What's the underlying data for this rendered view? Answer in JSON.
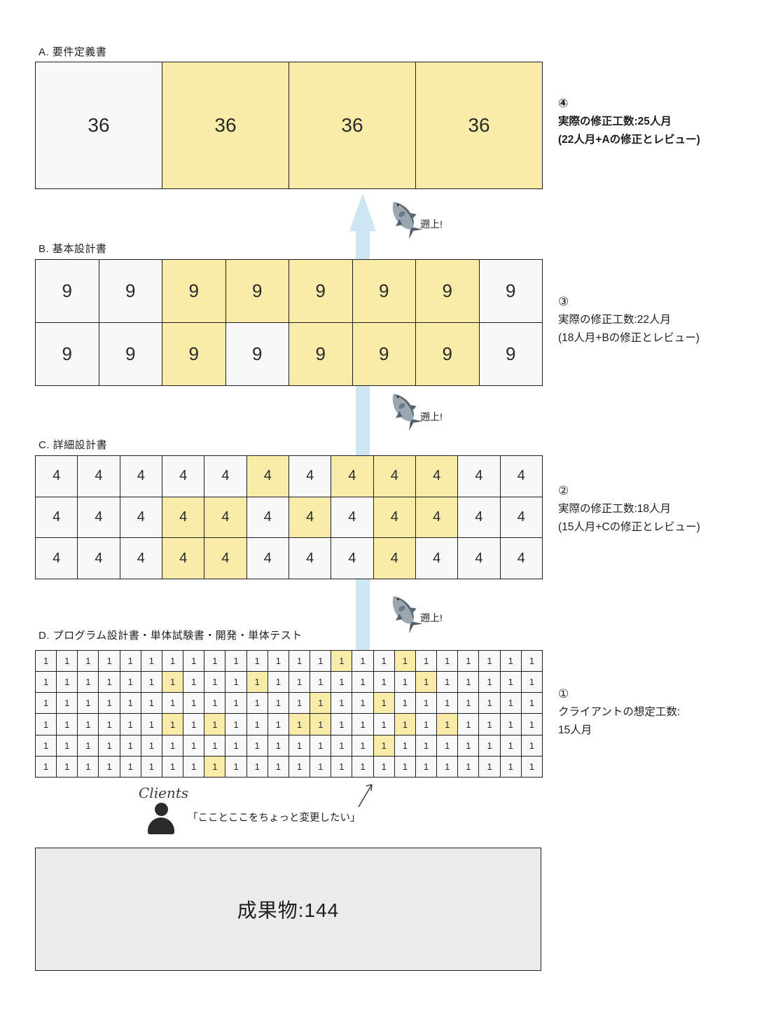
{
  "sections": [
    {
      "id": "A",
      "label": "A. 要件定義書",
      "cell_value": "36",
      "cols": 4,
      "rows": [
        [
          0,
          1,
          1,
          1
        ]
      ]
    },
    {
      "id": "B",
      "label": "B. 基本設計書",
      "cell_value": "9",
      "cols": 8,
      "rows": [
        [
          0,
          0,
          1,
          1,
          1,
          1,
          1,
          0
        ],
        [
          0,
          0,
          1,
          0,
          1,
          1,
          1,
          0
        ]
      ]
    },
    {
      "id": "C",
      "label": "C. 詳細設計書",
      "cell_value": "4",
      "cols": 12,
      "rows": [
        [
          0,
          0,
          0,
          0,
          0,
          1,
          0,
          1,
          1,
          1,
          0,
          0
        ],
        [
          0,
          0,
          0,
          1,
          1,
          0,
          1,
          0,
          1,
          1,
          0,
          0
        ],
        [
          0,
          0,
          0,
          1,
          1,
          0,
          0,
          0,
          1,
          0,
          0,
          0
        ]
      ]
    },
    {
      "id": "D",
      "label": "D. プログラム設計書・単体試験書・開発・単体テスト",
      "cell_value": "1",
      "cols": 24,
      "rows": [
        [
          0,
          0,
          0,
          0,
          0,
          0,
          0,
          0,
          0,
          0,
          0,
          0,
          0,
          0,
          1,
          0,
          0,
          1,
          0,
          0,
          0,
          0,
          0,
          0
        ],
        [
          0,
          0,
          0,
          0,
          0,
          0,
          1,
          0,
          0,
          0,
          1,
          0,
          0,
          0,
          0,
          0,
          0,
          0,
          1,
          0,
          0,
          0,
          0,
          0
        ],
        [
          0,
          0,
          0,
          0,
          0,
          0,
          0,
          0,
          0,
          0,
          0,
          0,
          0,
          1,
          0,
          0,
          1,
          0,
          0,
          0,
          0,
          0,
          0,
          0
        ],
        [
          0,
          0,
          0,
          0,
          0,
          0,
          1,
          0,
          1,
          0,
          0,
          0,
          1,
          1,
          0,
          0,
          0,
          1,
          0,
          1,
          0,
          0,
          0,
          0
        ],
        [
          0,
          0,
          0,
          0,
          0,
          0,
          0,
          0,
          0,
          0,
          0,
          0,
          0,
          0,
          0,
          0,
          1,
          0,
          0,
          0,
          0,
          0,
          0,
          0
        ],
        [
          0,
          0,
          0,
          0,
          0,
          0,
          0,
          0,
          1,
          0,
          0,
          0,
          0,
          0,
          0,
          0,
          0,
          0,
          0,
          0,
          0,
          0,
          0,
          0
        ]
      ]
    }
  ],
  "annotations": [
    {
      "number": "④",
      "line1": "実際の修正工数:25人月",
      "line2": "(22人月+Aの修正とレビュー)",
      "bold": true
    },
    {
      "number": "③",
      "line1": "実際の修正工数:22人月",
      "line2": "(18人月+Bの修正とレビュー)",
      "bold": false
    },
    {
      "number": "②",
      "line1": "実際の修正工数:18人月",
      "line2": "(15人月+Cの修正とレビュー)",
      "bold": false
    },
    {
      "number": "①",
      "line1": "クライアントの想定工数:",
      "line2": "15人月",
      "bold": false
    }
  ],
  "fish": {
    "label": "遡上!"
  },
  "clients": {
    "label": "Clients",
    "speech": "「こことここをちょっと変更したい」"
  },
  "result_box": {
    "text": "成果物:144"
  },
  "colors": {
    "highlight": "#F8ECA8",
    "cell_bg": "#F8F8F8",
    "arrow_blue": "#CEE6F3",
    "result_bg": "#EBEBEB",
    "border": "#1F1F1F"
  }
}
